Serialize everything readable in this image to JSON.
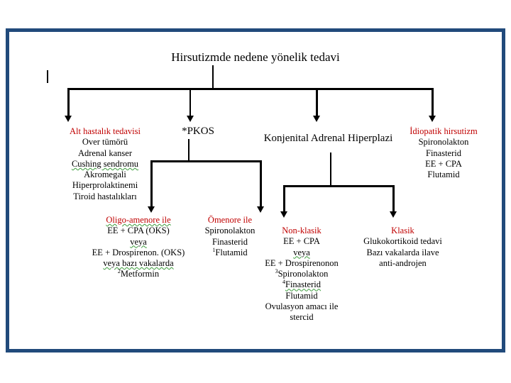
{
  "slide": {
    "title": "Hirsutizmde nedene yönelik tedavi",
    "frame_color": "#214a7b",
    "header_color": "#c00000",
    "body_color": "#000000",
    "background": "#ffffff"
  },
  "nodes": {
    "alt_hastalik": {
      "header": "Alt hastalık tedavisi",
      "lines": [
        "Over tümörü",
        "Adrenal kanser",
        "Cushing sendromu",
        "Akromegali",
        "Hiperprolaktinemi",
        "Tiroid hastalıkları"
      ]
    },
    "pkos": {
      "label": "*PKOS"
    },
    "kah": {
      "label": "Konjenital Adrenal Hiperplazi"
    },
    "idiopatik": {
      "header": "İdiopatik hirsutizm",
      "lines": [
        "Spironolakton",
        "Finasterid",
        "EE + CPA",
        "Flutamid"
      ]
    },
    "oligo_amenore": {
      "header": "Oligo-amenore ile",
      "lines": [
        "EE + CPA (OKS)",
        "veya",
        "EE +  Drospirenon. (OKS)",
        "veya bazı vakalarda",
        "Metformin"
      ],
      "superscripts": {
        "Metformin": "2"
      }
    },
    "omenore": {
      "header": "Ömenore ile",
      "lines": [
        "Spironolakton",
        "Finasterid",
        "Flutamid"
      ],
      "superscripts": {
        "Flutamid": "1"
      }
    },
    "non_klasik": {
      "header": "Non-klasik",
      "lines": [
        "EE + CPA",
        "veya",
        "EE +  Drospirenonon",
        "Spironolakton",
        "Finasterid",
        "Flutamid",
        "Ovulasyon amacı ile",
        "stercid"
      ],
      "superscripts": {
        "Spironolakton": "3",
        "Finasterid": "4"
      }
    },
    "klasik": {
      "header": "Klasik",
      "lines": [
        "Glukokortikoid tedavi",
        "Bazı vakalarda ilave",
        "anti-androjen"
      ]
    }
  }
}
